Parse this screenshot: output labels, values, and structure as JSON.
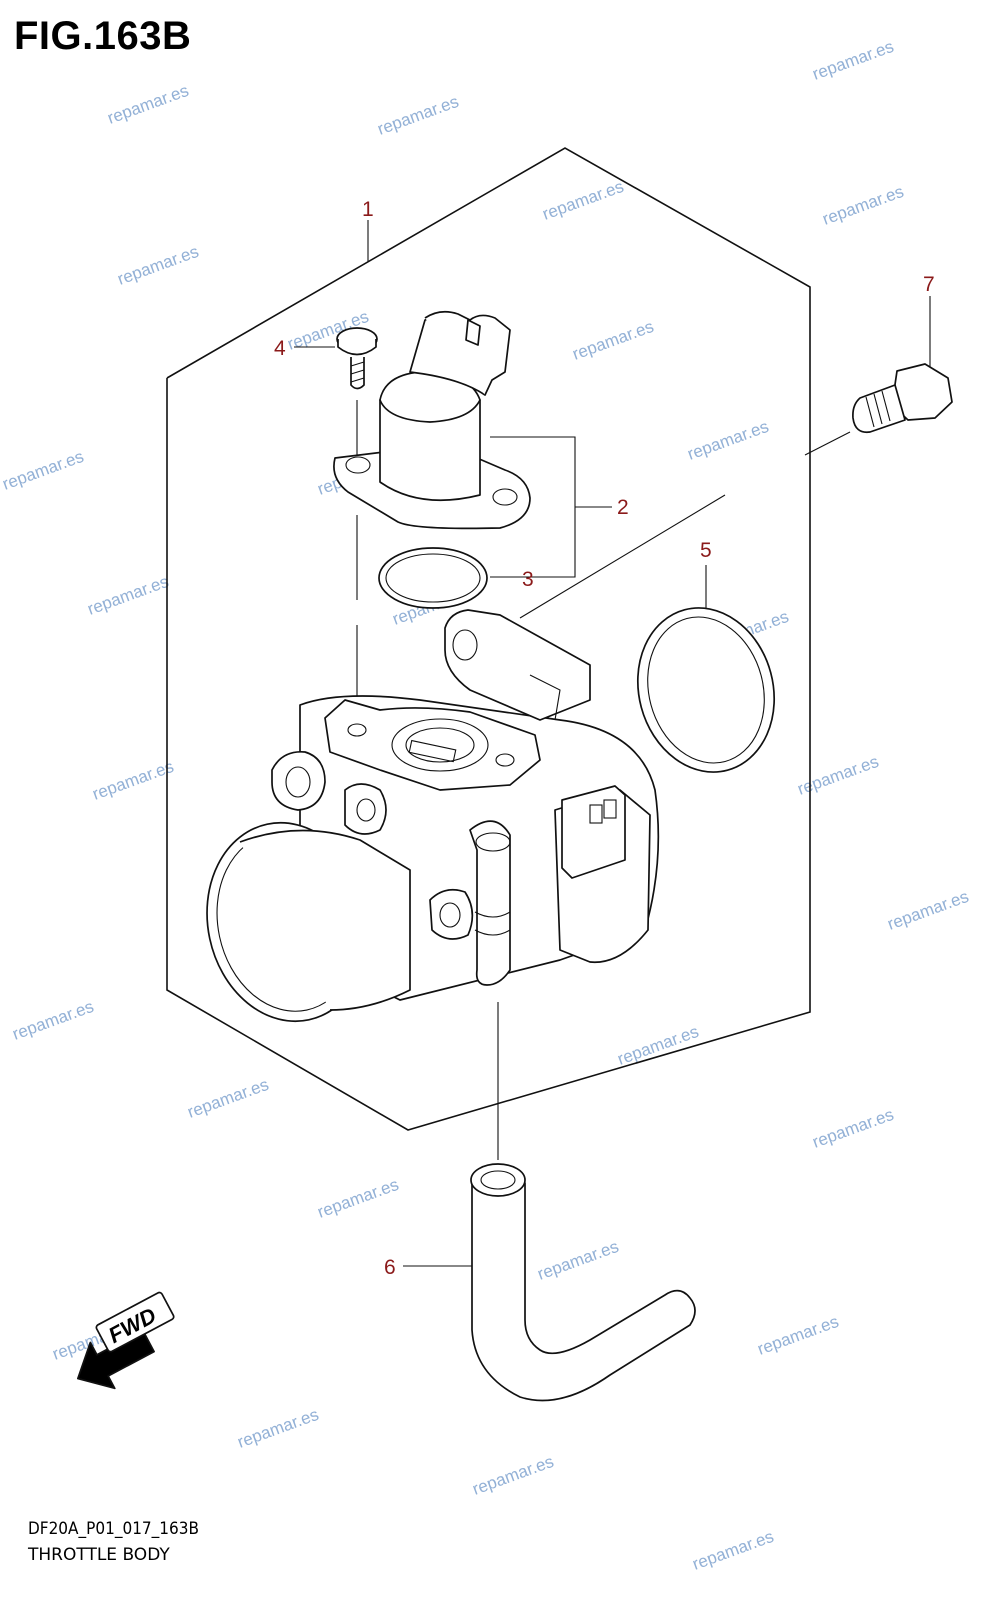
{
  "header": {
    "title": "FIG.163B"
  },
  "footer": {
    "code": "DF20A_P01_017_163B",
    "name": "THROTTLE BODY"
  },
  "colors": {
    "callout": "#8b1a1a",
    "watermark": "#7fa3cf",
    "line": "#111111"
  },
  "parts": [
    {
      "id": "1",
      "label": "1"
    },
    {
      "id": "2",
      "label": "2"
    },
    {
      "id": "3",
      "label": "3"
    },
    {
      "id": "4",
      "label": "4"
    },
    {
      "id": "5",
      "label": "5"
    },
    {
      "id": "6",
      "label": "6"
    },
    {
      "id": "7",
      "label": "7"
    }
  ],
  "fwd_label": "FWD",
  "watermark_text": "repamar.es"
}
